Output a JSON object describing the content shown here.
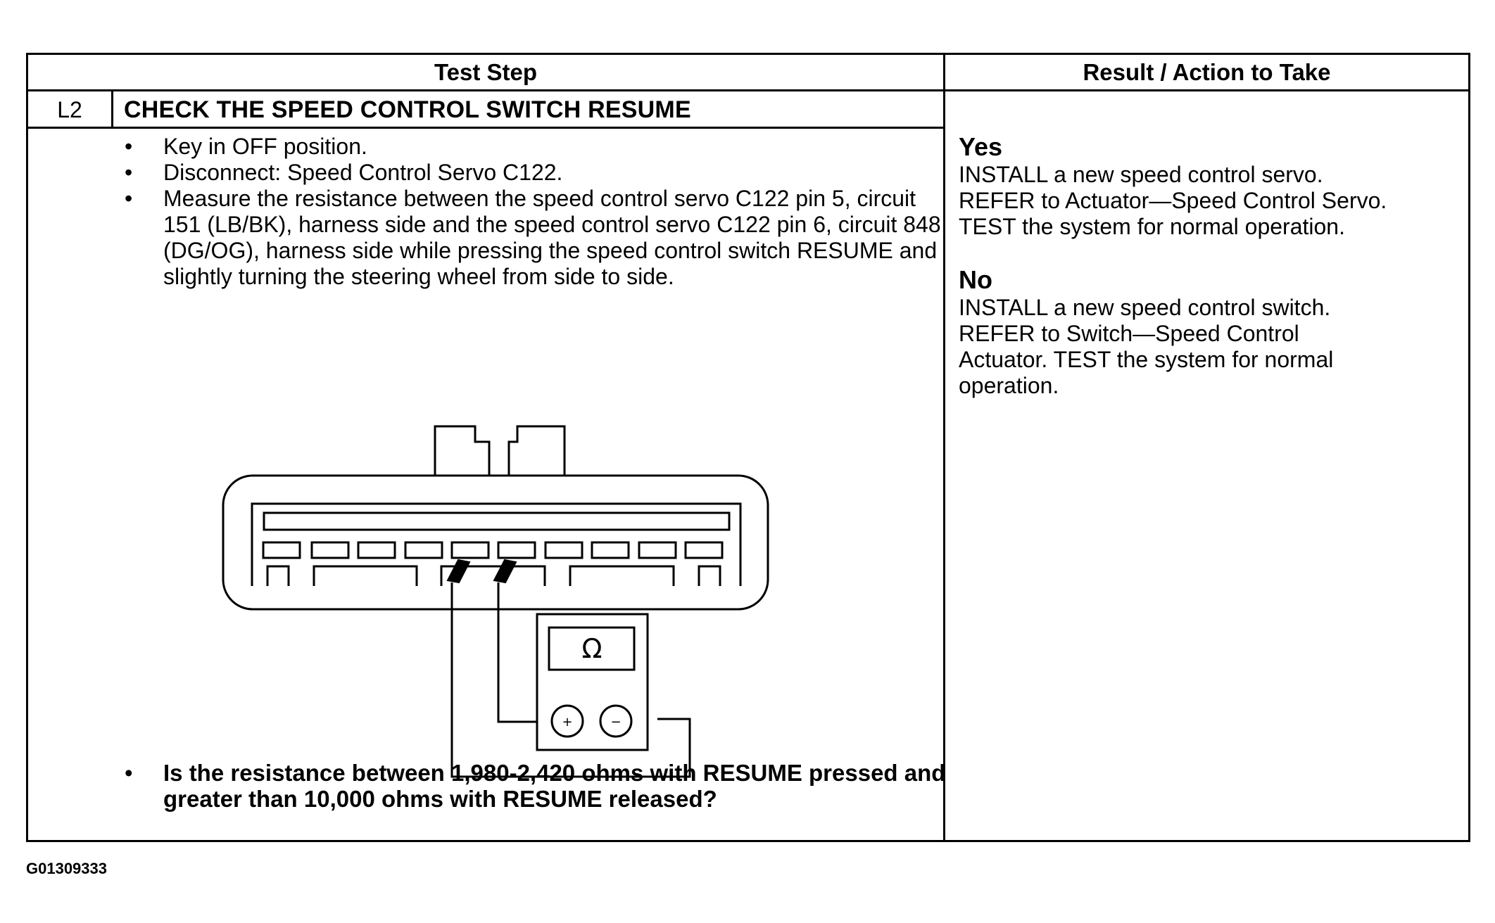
{
  "table": {
    "header": {
      "test_step": "Test Step",
      "result": "Result / Action to Take"
    },
    "step": {
      "id": "L2",
      "title": "CHECK THE SPEED CONTROL SWITCH RESUME",
      "bullets": [
        "Key in OFF position.",
        "Disconnect: Speed Control Servo C122.",
        "Measure the resistance between the speed control servo C122 pin 5, circuit 151 (LB/BK), harness side and the speed control servo C122 pin 6, circuit 848 (DG/OG), harness side while pressing the speed control switch RESUME and slightly turning the steering wheel from side to side."
      ],
      "bullet_char": "•",
      "question": "Is the resistance between 1,980-2,420 ohms with RESUME pressed and greater than 10,000 ohms with RESUME released?"
    },
    "results": {
      "yes": {
        "label": "Yes",
        "lines": [
          "INSTALL a new speed control servo.",
          "REFER to Actuator—Speed Control Servo.",
          "TEST the system for normal operation."
        ]
      },
      "no": {
        "label": "No",
        "lines": [
          "INSTALL a new speed control switch.",
          "REFER to Switch—Speed Control",
          "Actuator. TEST the system for normal",
          "operation."
        ]
      }
    }
  },
  "diagram": {
    "meter_symbol": "Ω",
    "plus_symbol": "+",
    "minus_symbol": "−"
  },
  "figure_id": "G01309333"
}
